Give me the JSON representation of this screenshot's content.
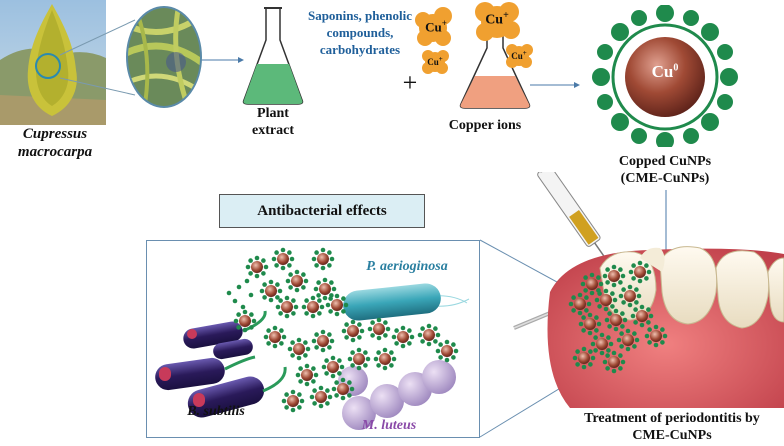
{
  "diagram": {
    "plant_name_line1": "Cupressus",
    "plant_name_line2": "macrocarpa",
    "compounds_line1": "Saponins, phenolic",
    "compounds_line2": "compounds,",
    "compounds_line3": "carbohydrates",
    "plant_extract_line1": "Plant",
    "plant_extract_line2": "extract",
    "plus_sign": "+",
    "copper_ions_label": "Copper ions",
    "cu_ion": "Cu",
    "cu_ion_charge": "+",
    "cu_zero": "Cu",
    "cu_zero_sup": "0",
    "capped_line1": "Copped CuNPs",
    "capped_line2": "(CME-CuNPs)",
    "antibacterial_title": "Antibacterial effects",
    "bacterium_1": "P. aerioginosa",
    "bacterium_2": "B. subtilis",
    "bacterium_3": "M. luteus",
    "treatment_line1": "Treatment of periodontitis by",
    "treatment_line2": "CME-CuNPs"
  },
  "colors": {
    "flask_liquid_green": "#5cb97a",
    "flask_liquid_pink": "#f0a080",
    "copper_ion": "#f0a030",
    "nanoparticle_core": "#8a3a2a",
    "capping_green": "#1f8a4c",
    "compounds_text": "#1f5f9a",
    "panel_title_bg": "#dbeef4",
    "p_aeruginosa": "#3aa6b8",
    "m_luteus": "#b9a0d0",
    "m_luteus_text": "#8a4aa8",
    "p_aeruginosa_text": "#2a7fa0"
  }
}
